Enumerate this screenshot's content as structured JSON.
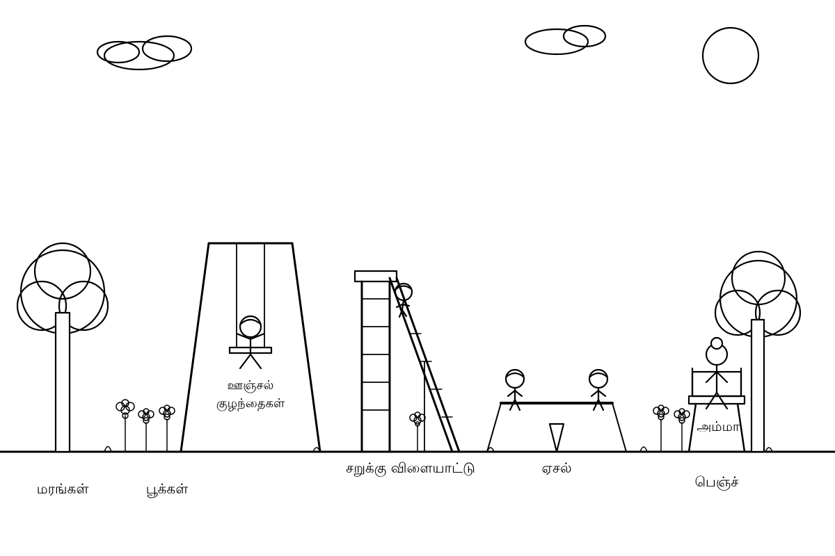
{
  "colors": {
    "ink": "#000000",
    "background": "#ffffff"
  },
  "labels": {
    "trees": "மரங்கள்",
    "flowers": "பூக்கள்",
    "swing_line1": "ஊஞ்சல்",
    "swing_line2": "குழந்தைகள்",
    "slide": "சறுக்கு விளையாட்டு",
    "seesaw": "ஏசல்",
    "mother": "அம்மா",
    "bench": "பெஞ்ச்"
  },
  "icons": [
    "cloud-icon",
    "sun-icon",
    "tree-icon",
    "flower-icon",
    "child-figure-icon",
    "adult-figure-icon"
  ]
}
